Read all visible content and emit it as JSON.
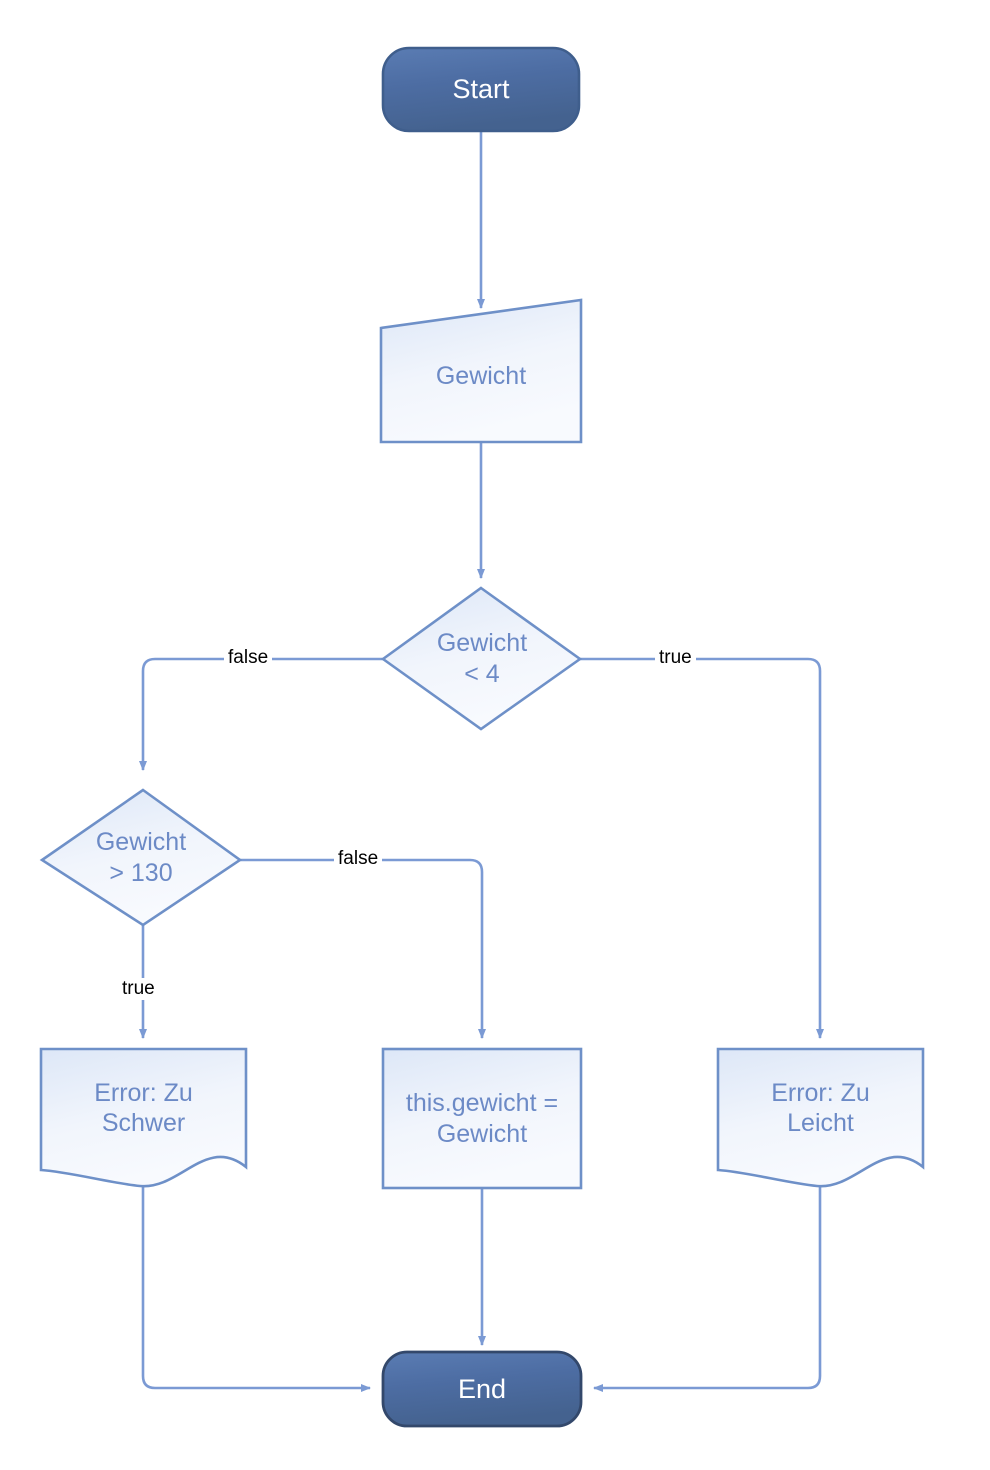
{
  "diagram": {
    "title": "Gewicht validation flowchart",
    "colors": {
      "terminator_fill": "#4e6ea4",
      "terminator_stroke": "#3a5party",
      "shape_fill": "#f2f6fc",
      "shape_stroke": "#6e90c8",
      "edge_stroke": "#7b9ad4",
      "shape_text": "#6c8ac6",
      "terminator_text": "#ffffff",
      "edge_label_text": "#000000",
      "background": "#ffffff"
    },
    "nodes": [
      {
        "id": "start",
        "type": "terminator",
        "label": "Start"
      },
      {
        "id": "input",
        "type": "input",
        "label": "Gewicht"
      },
      {
        "id": "decision1",
        "type": "decision",
        "label": "Gewicht\n< 4"
      },
      {
        "id": "decision2",
        "type": "decision",
        "label": "Gewicht\n> 130"
      },
      {
        "id": "doc_heavy",
        "type": "document",
        "label": "Error: Zu\nSchwer"
      },
      {
        "id": "process",
        "type": "process",
        "label": "this.gewicht =\nGewicht"
      },
      {
        "id": "doc_light",
        "type": "document",
        "label": "Error: Zu\nLeicht"
      },
      {
        "id": "end",
        "type": "terminator",
        "label": "End"
      }
    ],
    "edges": [
      {
        "from": "start",
        "to": "input",
        "label": ""
      },
      {
        "from": "input",
        "to": "decision1",
        "label": ""
      },
      {
        "from": "decision1",
        "to": "decision2",
        "label": "false"
      },
      {
        "from": "decision1",
        "to": "doc_light",
        "label": "true"
      },
      {
        "from": "decision2",
        "to": "doc_heavy",
        "label": "true"
      },
      {
        "from": "decision2",
        "to": "process",
        "label": "false"
      },
      {
        "from": "doc_heavy",
        "to": "end",
        "label": ""
      },
      {
        "from": "process",
        "to": "end",
        "label": ""
      },
      {
        "from": "doc_light",
        "to": "end",
        "label": ""
      }
    ],
    "edge_labels": {
      "d1_false": "false",
      "d1_true": "true",
      "d2_false": "false",
      "d2_true": "true"
    }
  }
}
